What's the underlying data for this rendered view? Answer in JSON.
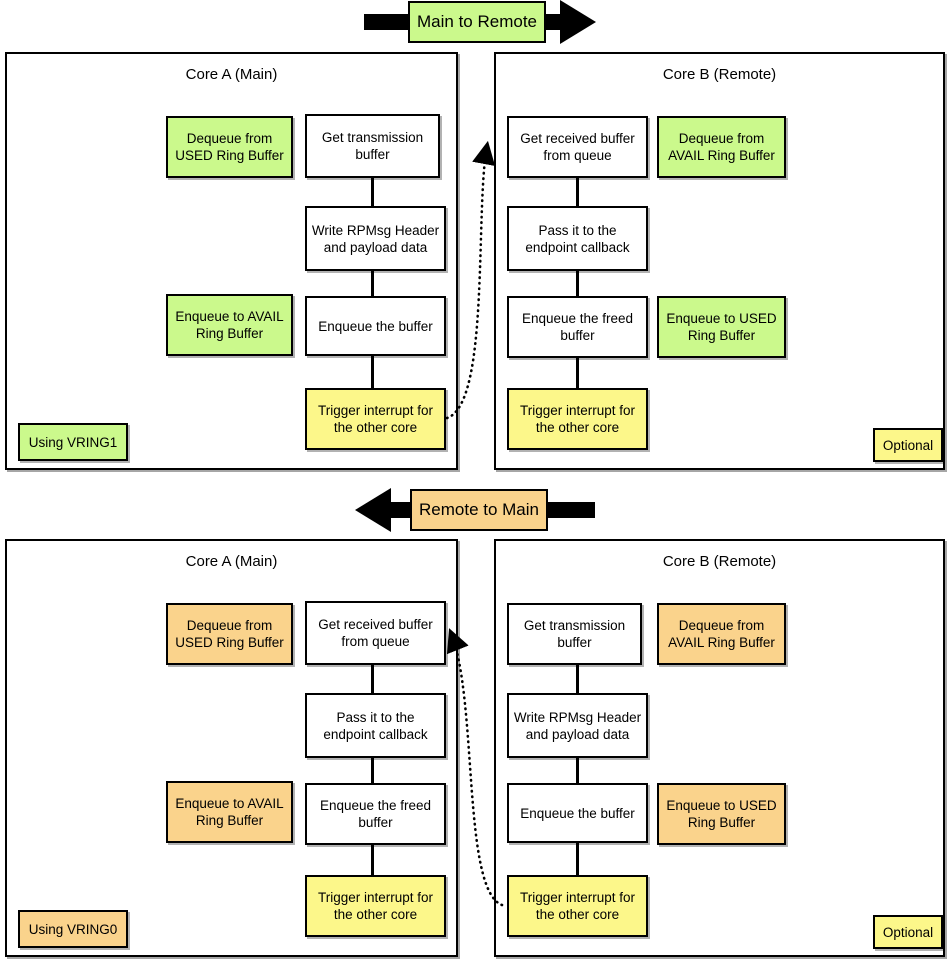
{
  "colors": {
    "green": "#cbf98c",
    "orange": "#fad38c",
    "yellow": "#fcf78a",
    "white": "#ffffff",
    "stroke": "#000000"
  },
  "banners": [
    {
      "label": "Main to Remote",
      "direction": "right",
      "fill": "#cbf98c"
    },
    {
      "label": "Remote to Main",
      "direction": "left",
      "fill": "#fad38c"
    }
  ],
  "panels": [
    {
      "id": "top-left",
      "title": "Core A (Main)",
      "footer": "Using VRING1",
      "footer_fill": "#cbf98c",
      "side_boxes": [
        {
          "label": "Dequeue from USED Ring Buffer",
          "fill": "#cbf98c"
        },
        {
          "label": "Enqueue to AVAIL Ring Buffer",
          "fill": "#cbf98c"
        }
      ],
      "flow": [
        {
          "label": "Get transmission buffer",
          "fill": "#ffffff"
        },
        {
          "label": "Write RPMsg Header and payload data",
          "fill": "#ffffff"
        },
        {
          "label": "Enqueue the buffer",
          "fill": "#ffffff"
        },
        {
          "label": "Trigger interrupt for the other core",
          "fill": "#fcf78a"
        }
      ]
    },
    {
      "id": "top-right",
      "title": "Core B (Remote)",
      "footer": "Optional",
      "footer_fill": "#fcf78a",
      "side_boxes": [
        {
          "label": "Dequeue from AVAIL Ring Buffer",
          "fill": "#cbf98c"
        },
        {
          "label": "Enqueue to USED Ring Buffer",
          "fill": "#cbf98c"
        }
      ],
      "flow": [
        {
          "label": "Get received buffer from queue",
          "fill": "#ffffff"
        },
        {
          "label": "Pass it to the endpoint callback",
          "fill": "#ffffff"
        },
        {
          "label": "Enqueue the freed buffer",
          "fill": "#ffffff"
        },
        {
          "label": "Trigger interrupt for the other core",
          "fill": "#fcf78a"
        }
      ]
    },
    {
      "id": "bottom-left",
      "title": "Core A (Main)",
      "footer": "Using VRING0",
      "footer_fill": "#fad38c",
      "side_boxes": [
        {
          "label": "Dequeue from USED Ring Buffer",
          "fill": "#fad38c"
        },
        {
          "label": "Enqueue to AVAIL Ring Buffer",
          "fill": "#fad38c"
        }
      ],
      "flow": [
        {
          "label": "Get received buffer from queue",
          "fill": "#ffffff"
        },
        {
          "label": "Pass it to the endpoint callback",
          "fill": "#ffffff"
        },
        {
          "label": "Enqueue the freed buffer",
          "fill": "#ffffff"
        },
        {
          "label": "Trigger interrupt for the other core",
          "fill": "#fcf78a"
        }
      ]
    },
    {
      "id": "bottom-right",
      "title": "Core B (Remote)",
      "footer": "Optional",
      "footer_fill": "#fcf78a",
      "side_boxes": [
        {
          "label": "Dequeue from AVAIL Ring Buffer",
          "fill": "#fad38c"
        },
        {
          "label": "Enqueue to USED Ring Buffer",
          "fill": "#fad38c"
        }
      ],
      "flow": [
        {
          "label": "Get transmission buffer",
          "fill": "#ffffff"
        },
        {
          "label": "Write RPMsg Header and payload data",
          "fill": "#ffffff"
        },
        {
          "label": "Enqueue the buffer",
          "fill": "#ffffff"
        },
        {
          "label": "Trigger interrupt for the other core",
          "fill": "#fcf78a"
        }
      ]
    }
  ]
}
